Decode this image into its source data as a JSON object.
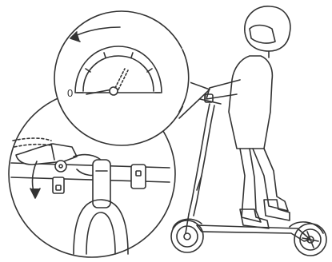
{
  "speedometer": {
    "zero_label": "0"
  },
  "illustration": {
    "line_color": "#333333",
    "fill_color": "#ffffff",
    "icons": [
      "speedometer-callout",
      "brake-lever-callout",
      "rider",
      "electric-scooter",
      "rotation-arrow"
    ]
  }
}
